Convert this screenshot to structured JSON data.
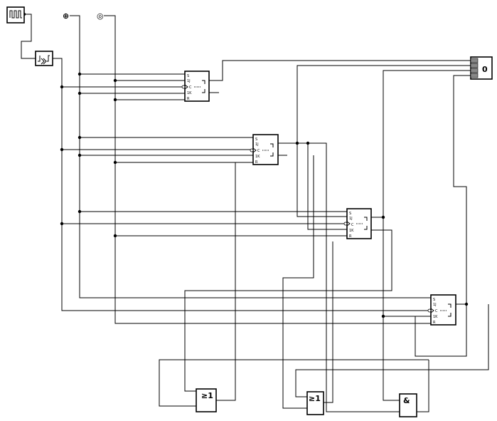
{
  "flipflop_pins": {
    "s": "S",
    "j": "1J",
    "c": "C",
    "k": "1K",
    "r": "R"
  },
  "gates": {
    "or_a": "≥1",
    "or_b": "≥1",
    "and_a": "&"
  },
  "display": {
    "value": "0"
  },
  "power": {
    "vcc_symbol": "⊕",
    "gnd_symbol": "◎"
  }
}
